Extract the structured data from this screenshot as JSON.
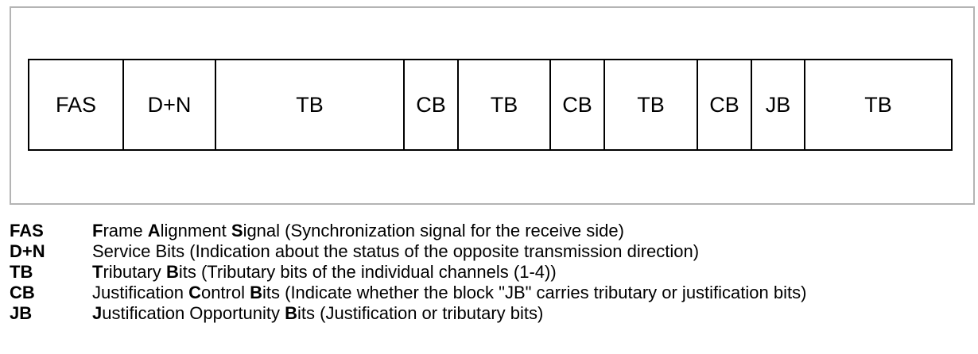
{
  "frame_segments": [
    {
      "label": "FAS"
    },
    {
      "label": "D+N"
    },
    {
      "label": "TB"
    },
    {
      "label": "CB"
    },
    {
      "label": "TB"
    },
    {
      "label": "CB"
    },
    {
      "label": "TB"
    },
    {
      "label": "CB"
    },
    {
      "label": "JB"
    },
    {
      "label": "TB"
    }
  ],
  "legend": [
    {
      "abbr": "FAS",
      "parts": [
        {
          "text": "F",
          "bold": true
        },
        {
          "text": "rame ",
          "bold": false
        },
        {
          "text": "A",
          "bold": true
        },
        {
          "text": "lignment ",
          "bold": false
        },
        {
          "text": "S",
          "bold": true
        },
        {
          "text": "ignal (Synchronization signal for the receive side)",
          "bold": false
        }
      ]
    },
    {
      "abbr": "D+N",
      "parts": [
        {
          "text": "Service Bits (Indication about the status of the opposite transmission direction)",
          "bold": false
        }
      ]
    },
    {
      "abbr": "TB",
      "parts": [
        {
          "text": "T",
          "bold": true
        },
        {
          "text": "ributary ",
          "bold": false
        },
        {
          "text": "B",
          "bold": true
        },
        {
          "text": "its (Tributary bits of the individual channels (1-4))",
          "bold": false
        }
      ]
    },
    {
      "abbr": "CB",
      "parts": [
        {
          "text": "Justification ",
          "bold": false
        },
        {
          "text": "C",
          "bold": true
        },
        {
          "text": "ontrol ",
          "bold": false
        },
        {
          "text": "B",
          "bold": true
        },
        {
          "text": "its (Indicate whether the block \"JB\" carries tributary or justification bits)",
          "bold": false
        }
      ]
    },
    {
      "abbr": "JB",
      "parts": [
        {
          "text": "J",
          "bold": true
        },
        {
          "text": "ustification Opportunity ",
          "bold": false
        },
        {
          "text": "B",
          "bold": true
        },
        {
          "text": "its (Justification or tributary bits)",
          "bold": false
        }
      ]
    }
  ]
}
